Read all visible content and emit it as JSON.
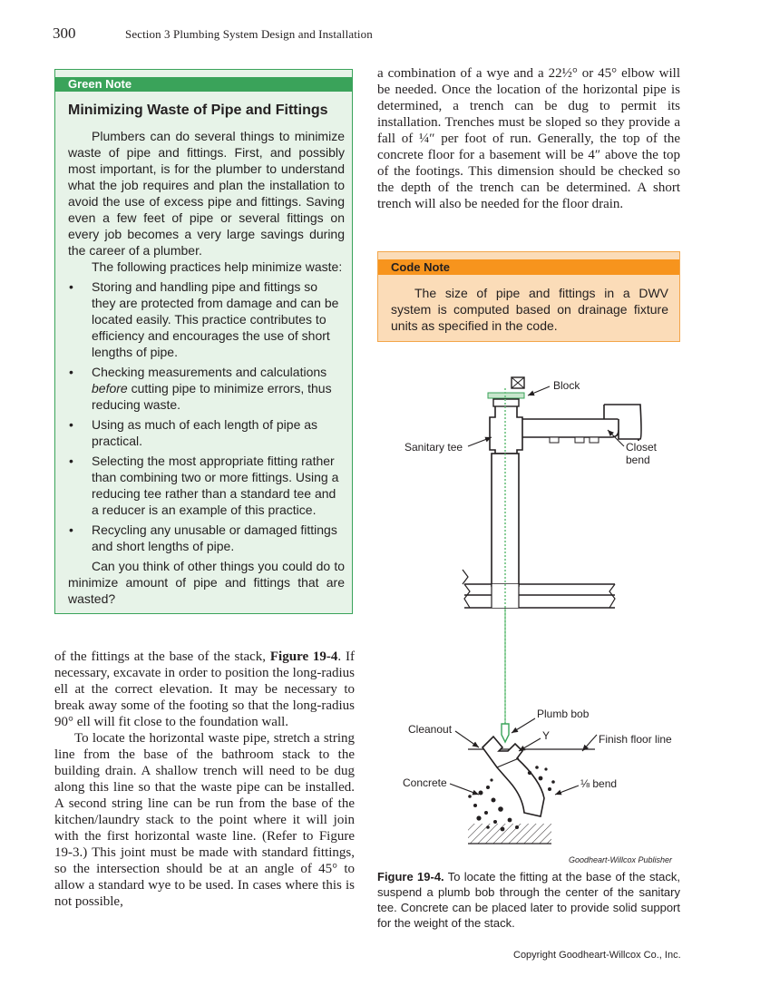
{
  "header": {
    "page_number": "300",
    "running_head": "Section 3   Plumbing System Design and Installation"
  },
  "green_note": {
    "tab_label": "Green Note",
    "title": "Minimizing Waste of Pipe and Fittings",
    "intro": "Plumbers can do several things to minimize waste of pipe and fittings. First, and possibly most important, is for the plumber to understand what the job requires and plan the installation to avoid the use of excess pipe and fittings. Saving even a few feet of pipe or several fittings on every job becomes a very large savings during the career of a plumber.",
    "practices_lead": "The following practices help minimize waste:",
    "bullet_char": "•",
    "bullets": [
      "Storing and handling pipe and fittings so they are protected from damage and can be located easily. This practice contributes to efficiency and encourages the use of short lengths of pipe.",
      "Using as much of each length of pipe as practical.",
      "Selecting the most appropriate fitting rather than combining two or more fittings. Using a reducing tee rather than a standard tee and a reducer is an example of this practice.",
      "Recycling any unusable or damaged fittings and short lengths of pipe."
    ],
    "bullet2_italic": "before",
    "bullet2_prefix": "Checking measurements and calculations",
    "bullet2_suffix": "cutting pipe to minimize errors, thus reducing waste.",
    "closing": "Can you think of other things you could do to minimize amount of pipe and fittings that are wasted?"
  },
  "right_column": {
    "paragraph": "a combination of a wye and a 22½° or 45° elbow will be needed. Once the location of the horizontal pipe is determined, a trench can be dug to permit its installation. Trenches must be sloped so they provide a fall of ¼″ per foot of run. Generally, the top of the concrete floor for a basement will be 4″ above the top of the footings. This dimension should be checked so the depth of the trench can be determined. A short trench will also be needed for the floor drain."
  },
  "code_note": {
    "tab_label": "Code Note",
    "body": "The size of pipe and fittings in a DWV system is computed based on drainage fixture units as specified in the code."
  },
  "figure": {
    "labels": {
      "block": "Block",
      "sanitary_tee": "Sanitary tee",
      "closet_bend_1": "Closet",
      "closet_bend_2": "bend",
      "plumb_bob": "Plumb bob",
      "cleanout": "Cleanout",
      "y": "Y",
      "finish_floor_line": "Finish floor line",
      "concrete": "Concrete",
      "eighth_bend": "⅛ bend"
    },
    "credit": "Goodheart-Willcox Publisher",
    "caption_label": "Figure 19-4.",
    "caption_text": "To locate the fitting at the base of the stack, suspend a plumb bob through the center of the sanitary tee. Concrete can be placed later to provide solid support for the weight of the stack."
  },
  "left_column": {
    "p1_prefix": "of the fittings at the base of the stack,",
    "p1_figref": "Figure 19-4",
    "p1_suffix": ". If necessary, excavate in order to position the long-radius ell at the correct elevation. It may be necessary to break away some of the footing so that the long-radius 90° ell will fit close to the foundation wall.",
    "p2": "To locate the horizontal waste pipe, stretch a string line from the base of the bathroom stack to the building drain. A shallow trench will need to be dug along this line so that the waste pipe can be installed. A second string line can be run from the base of the kitchen/laundry stack to the point where it will join with the first horizontal waste line. (Refer to Figure 19-3.) This joint must be made with standard fittings, so the intersection should be at an angle of 45° to allow a standard wye to be used. In cases where this is not possible,"
  },
  "footer": {
    "copyright": "Copyright Goodheart-Willcox Co., Inc."
  },
  "colors": {
    "green_accent": "#3aa35a",
    "green_fill": "#e7f3e8",
    "orange_accent": "#f7941d",
    "orange_fill": "#fbdcb8",
    "plumb_line": "#6cc17e"
  }
}
